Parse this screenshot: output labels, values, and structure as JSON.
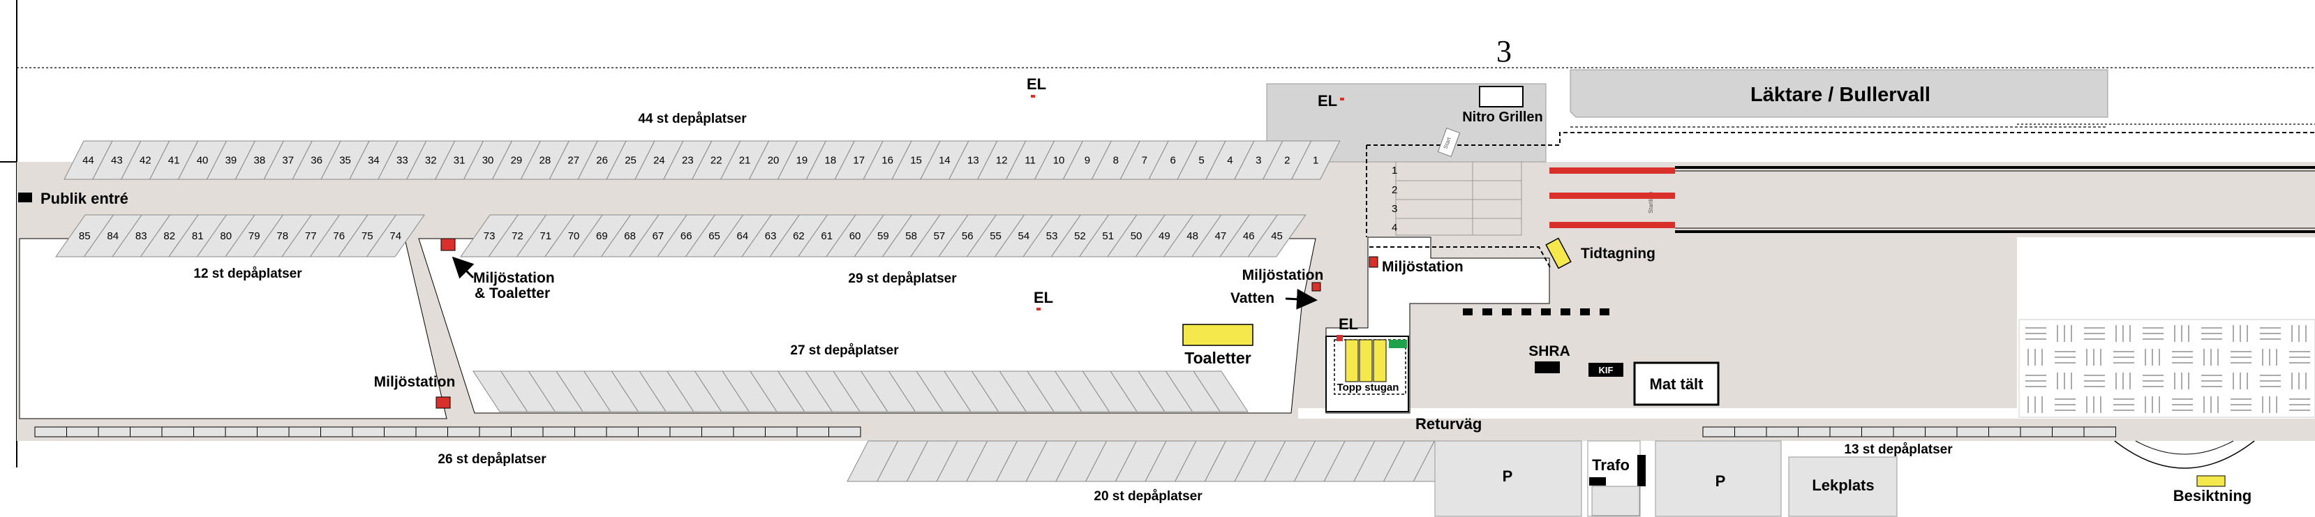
{
  "header": {
    "section_number": "3"
  },
  "stands": {
    "title": "Läktare / Bullervall"
  },
  "nitro_grillen": {
    "label": "Nitro Grillen"
  },
  "entrance": {
    "label": "Publik entré"
  },
  "paddocks": {
    "top_44": {
      "label": "44 st depåplatser",
      "numbers": [
        44,
        43,
        42,
        41,
        40,
        39,
        38,
        37,
        36,
        35,
        34,
        33,
        32,
        31,
        30,
        29,
        28,
        27,
        26,
        25,
        24,
        23,
        22,
        21,
        20,
        19,
        18,
        17,
        16,
        15,
        14,
        13,
        12,
        11,
        10,
        9,
        8,
        7,
        6,
        5,
        4,
        3,
        2,
        1
      ]
    },
    "left_12": {
      "label": "12 st depåplatser",
      "numbers": [
        85,
        84,
        83,
        82,
        81,
        80,
        79,
        78,
        77,
        76,
        75,
        74
      ]
    },
    "mid_29": {
      "label": "29 st depåplatser",
      "numbers": [
        73,
        72,
        71,
        70,
        69,
        68,
        67,
        66,
        65,
        64,
        63,
        62,
        61,
        60,
        59,
        58,
        57,
        56,
        55,
        54,
        53,
        52,
        51,
        50,
        49,
        48,
        47,
        46,
        45
      ]
    },
    "lower_27": {
      "label": "27 st depåplatser",
      "count": 27
    },
    "bottom_26": {
      "label": "26 st depåplatser",
      "count": 26
    },
    "bottom_20": {
      "label": "20 st depåplatser",
      "count": 20
    },
    "right_13": {
      "label": "13 st depåplatser",
      "count": 13
    }
  },
  "el_labels": {
    "el": "EL"
  },
  "miljostation": {
    "label": "Miljöstation",
    "toilets_line1": "Miljöstation",
    "toilets_line2": "& Toaletter",
    "water": "Vatten"
  },
  "toaletter": {
    "label": "Toaletter"
  },
  "topp_stugan": {
    "label": "Topp stugan"
  },
  "tidtagning": {
    "label": "Tidtagning"
  },
  "start_lanes": {
    "numbers": [
      "1",
      "2",
      "3",
      "4"
    ]
  },
  "start_small": {
    "sign": "Start",
    "line": "Startlinje"
  },
  "shra": {
    "label": "SHRA"
  },
  "kif": {
    "label": "KIF"
  },
  "mat_talt": {
    "label": "Mat tält"
  },
  "returvag": {
    "label": "Returväg"
  },
  "parking": {
    "p1": "P",
    "p2": "P"
  },
  "trafo": {
    "label": "Trafo"
  },
  "lekplats": {
    "label": "Lekplats"
  },
  "besiktning": {
    "label": "Besiktning"
  },
  "colors": {
    "ground": "#e3ddd9",
    "grey": "#d4d4d4",
    "red": "#d9302c",
    "yellow": "#f4e84c",
    "green": "#1fa24a",
    "slot": "#e4e4e4"
  }
}
